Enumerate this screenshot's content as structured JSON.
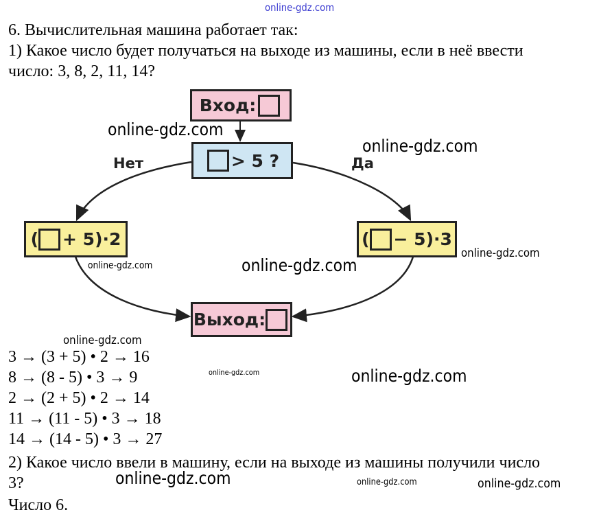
{
  "watermarks": [
    "online-gdz.com",
    "online-gdz.com",
    "online-gdz.com",
    "online-gdz.com",
    "online-gdz.com",
    "online-gdz.com",
    "online-gdz.com",
    "online-gdz.com",
    "online-gdz.com",
    "online-gdz.com",
    "online-gdz.com",
    "online-gdz.com"
  ],
  "task": {
    "title": "6. Вычислительная машина работает так:",
    "q1_line1": "1) Какое число будет получаться на выходе из машины, если в неё ввести",
    "q1_line2": "число: 3, 8, 2, 11, 14?"
  },
  "diagram": {
    "input": "Вход:",
    "condition": "> 5 ?",
    "no": "Нет",
    "yes": "Да",
    "left_op_open": "(",
    "left_op_rest": "+ 5)·2",
    "right_op_open": "(",
    "right_op_rest": "− 5)·3",
    "output": "Выход:",
    "colors": {
      "pink": "#f6c9d6",
      "blue": "#cfe6f3",
      "yellow": "#f9ef9c"
    }
  },
  "answers": [
    "3 → (3 + 5) • 2 → 16",
    "8 → (8 - 5) • 3 → 9",
    "2 → (2 + 5) • 2 → 14",
    "11 → (11 - 5) • 3 → 18",
    "14 → (14 - 5) • 3 → 27"
  ],
  "q2": {
    "line1": "2) Какое число ввели в машину, если на выходе из машины получили число",
    "line2": "3?",
    "answer": "Число 6."
  }
}
